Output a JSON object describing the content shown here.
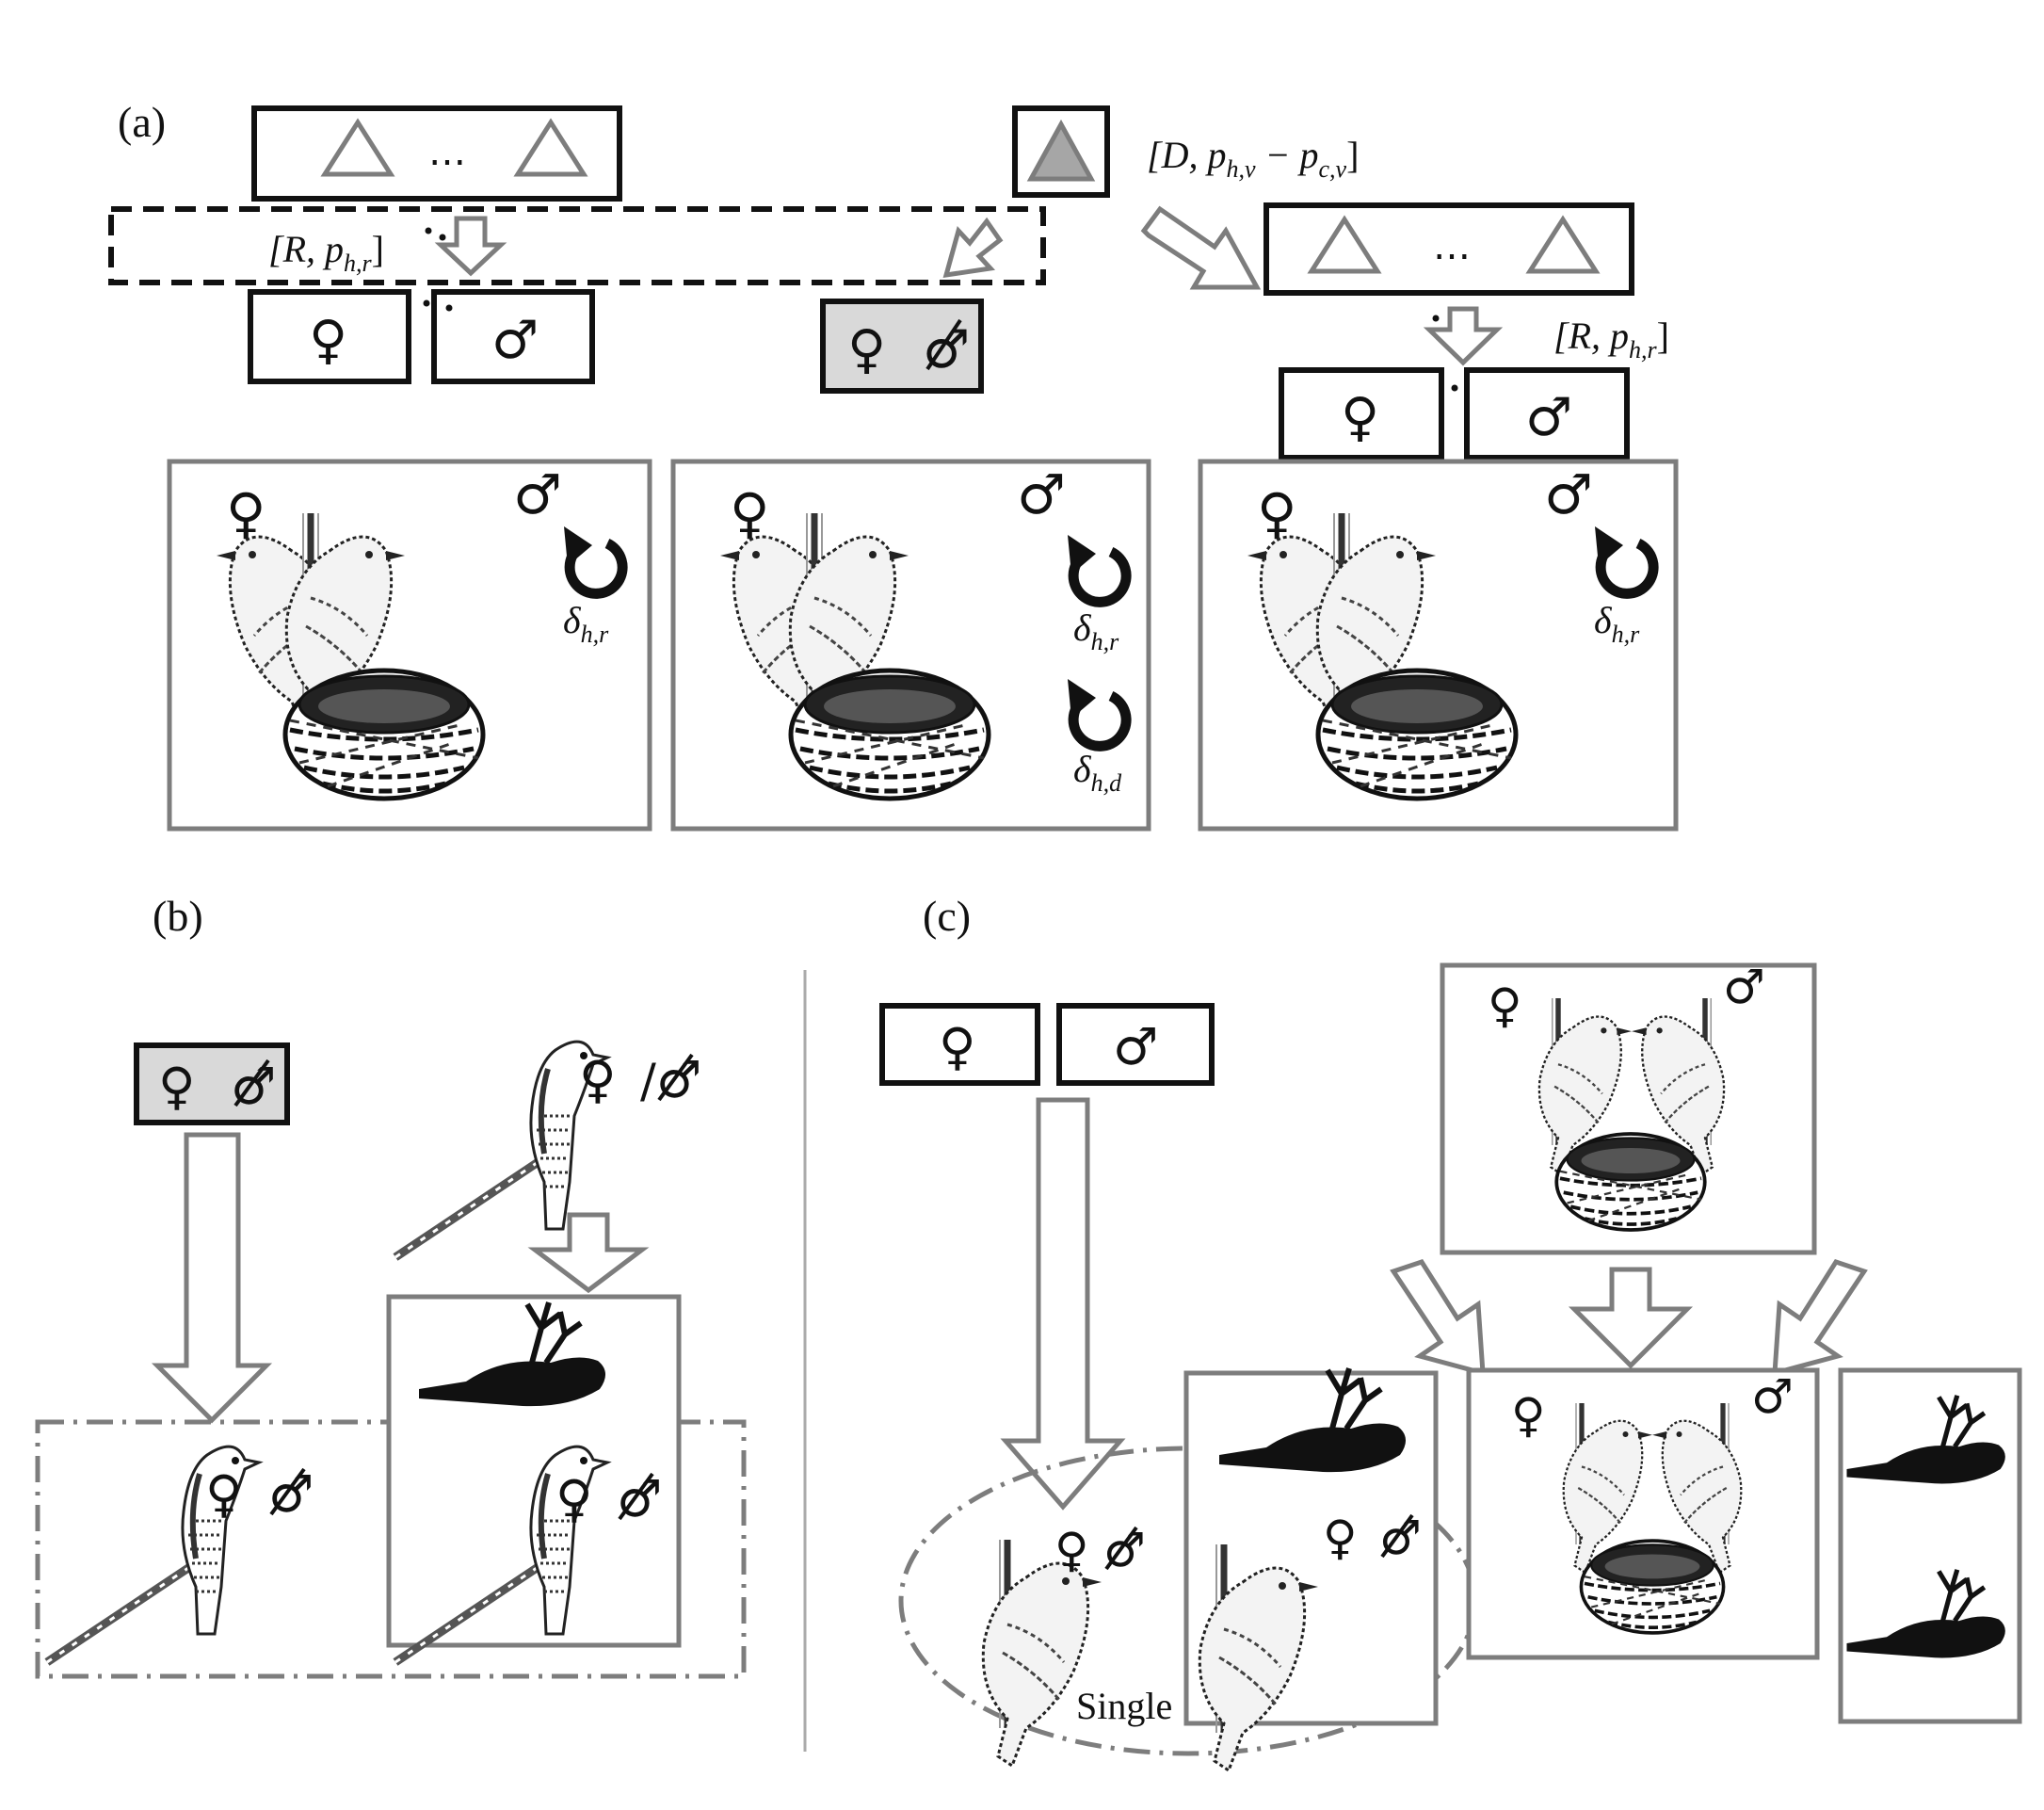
{
  "panels": {
    "a": {
      "label": "(a)"
    },
    "b": {
      "label": "(b)"
    },
    "c": {
      "label": "(c)"
    }
  },
  "symbols": {
    "female": "♀",
    "male": "♂",
    "ellipsis": "…",
    "slash": "/"
  },
  "formulas": {
    "D_label": "[D, p",
    "D_sub1": "h,v",
    "D_minus": " − p",
    "D_sub2": "c,v",
    "D_close": "]",
    "R_label": "[R, p",
    "R_sub": "h,r",
    "R_close": "]",
    "delta": "δ",
    "delta_hr_sub": "h,r",
    "delta_hd_sub": "h,d"
  },
  "texts": {
    "single": "Single"
  },
  "icons": [
    "triangle-icon",
    "female-icon",
    "male-icon",
    "crossed-male-icon",
    "cycle-arrow-icon",
    "bird-pair-icon",
    "nest-icon",
    "cuckoo-icon",
    "dead-bird-icon",
    "hollow-arrow-icon"
  ],
  "colors": {
    "line": "#111111",
    "gray": "#7d7d7d",
    "shade": "#d9d9d9"
  }
}
